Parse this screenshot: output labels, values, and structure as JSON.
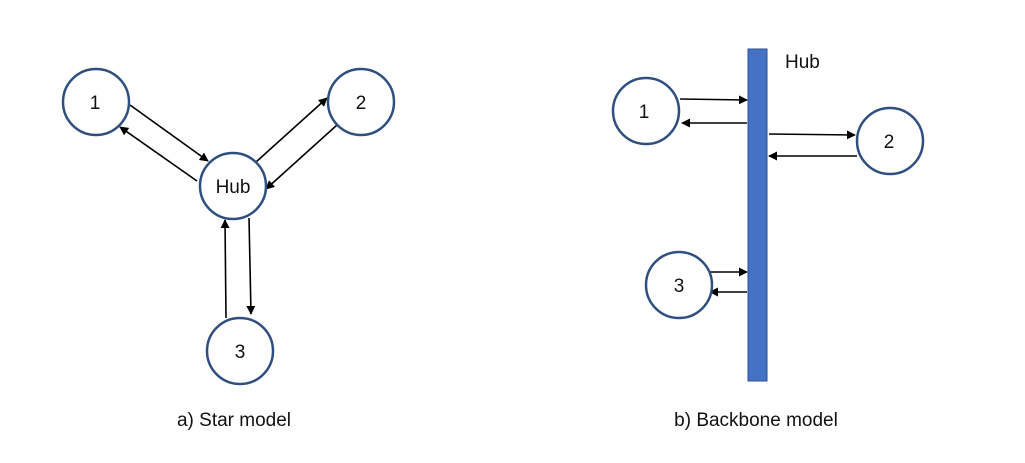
{
  "star": {
    "caption": "a) Star model",
    "nodes": {
      "n1": "1",
      "n2": "2",
      "n3": "3",
      "hub": "Hub"
    }
  },
  "backbone": {
    "caption": "b) Backbone model",
    "hub_label": "Hub",
    "nodes": {
      "n1": "1",
      "n2": "2",
      "n3": "3"
    }
  },
  "colors": {
    "node_stroke": "#2f4f7f",
    "backbone_bar": "#4472c4",
    "arrow": "#000000"
  }
}
